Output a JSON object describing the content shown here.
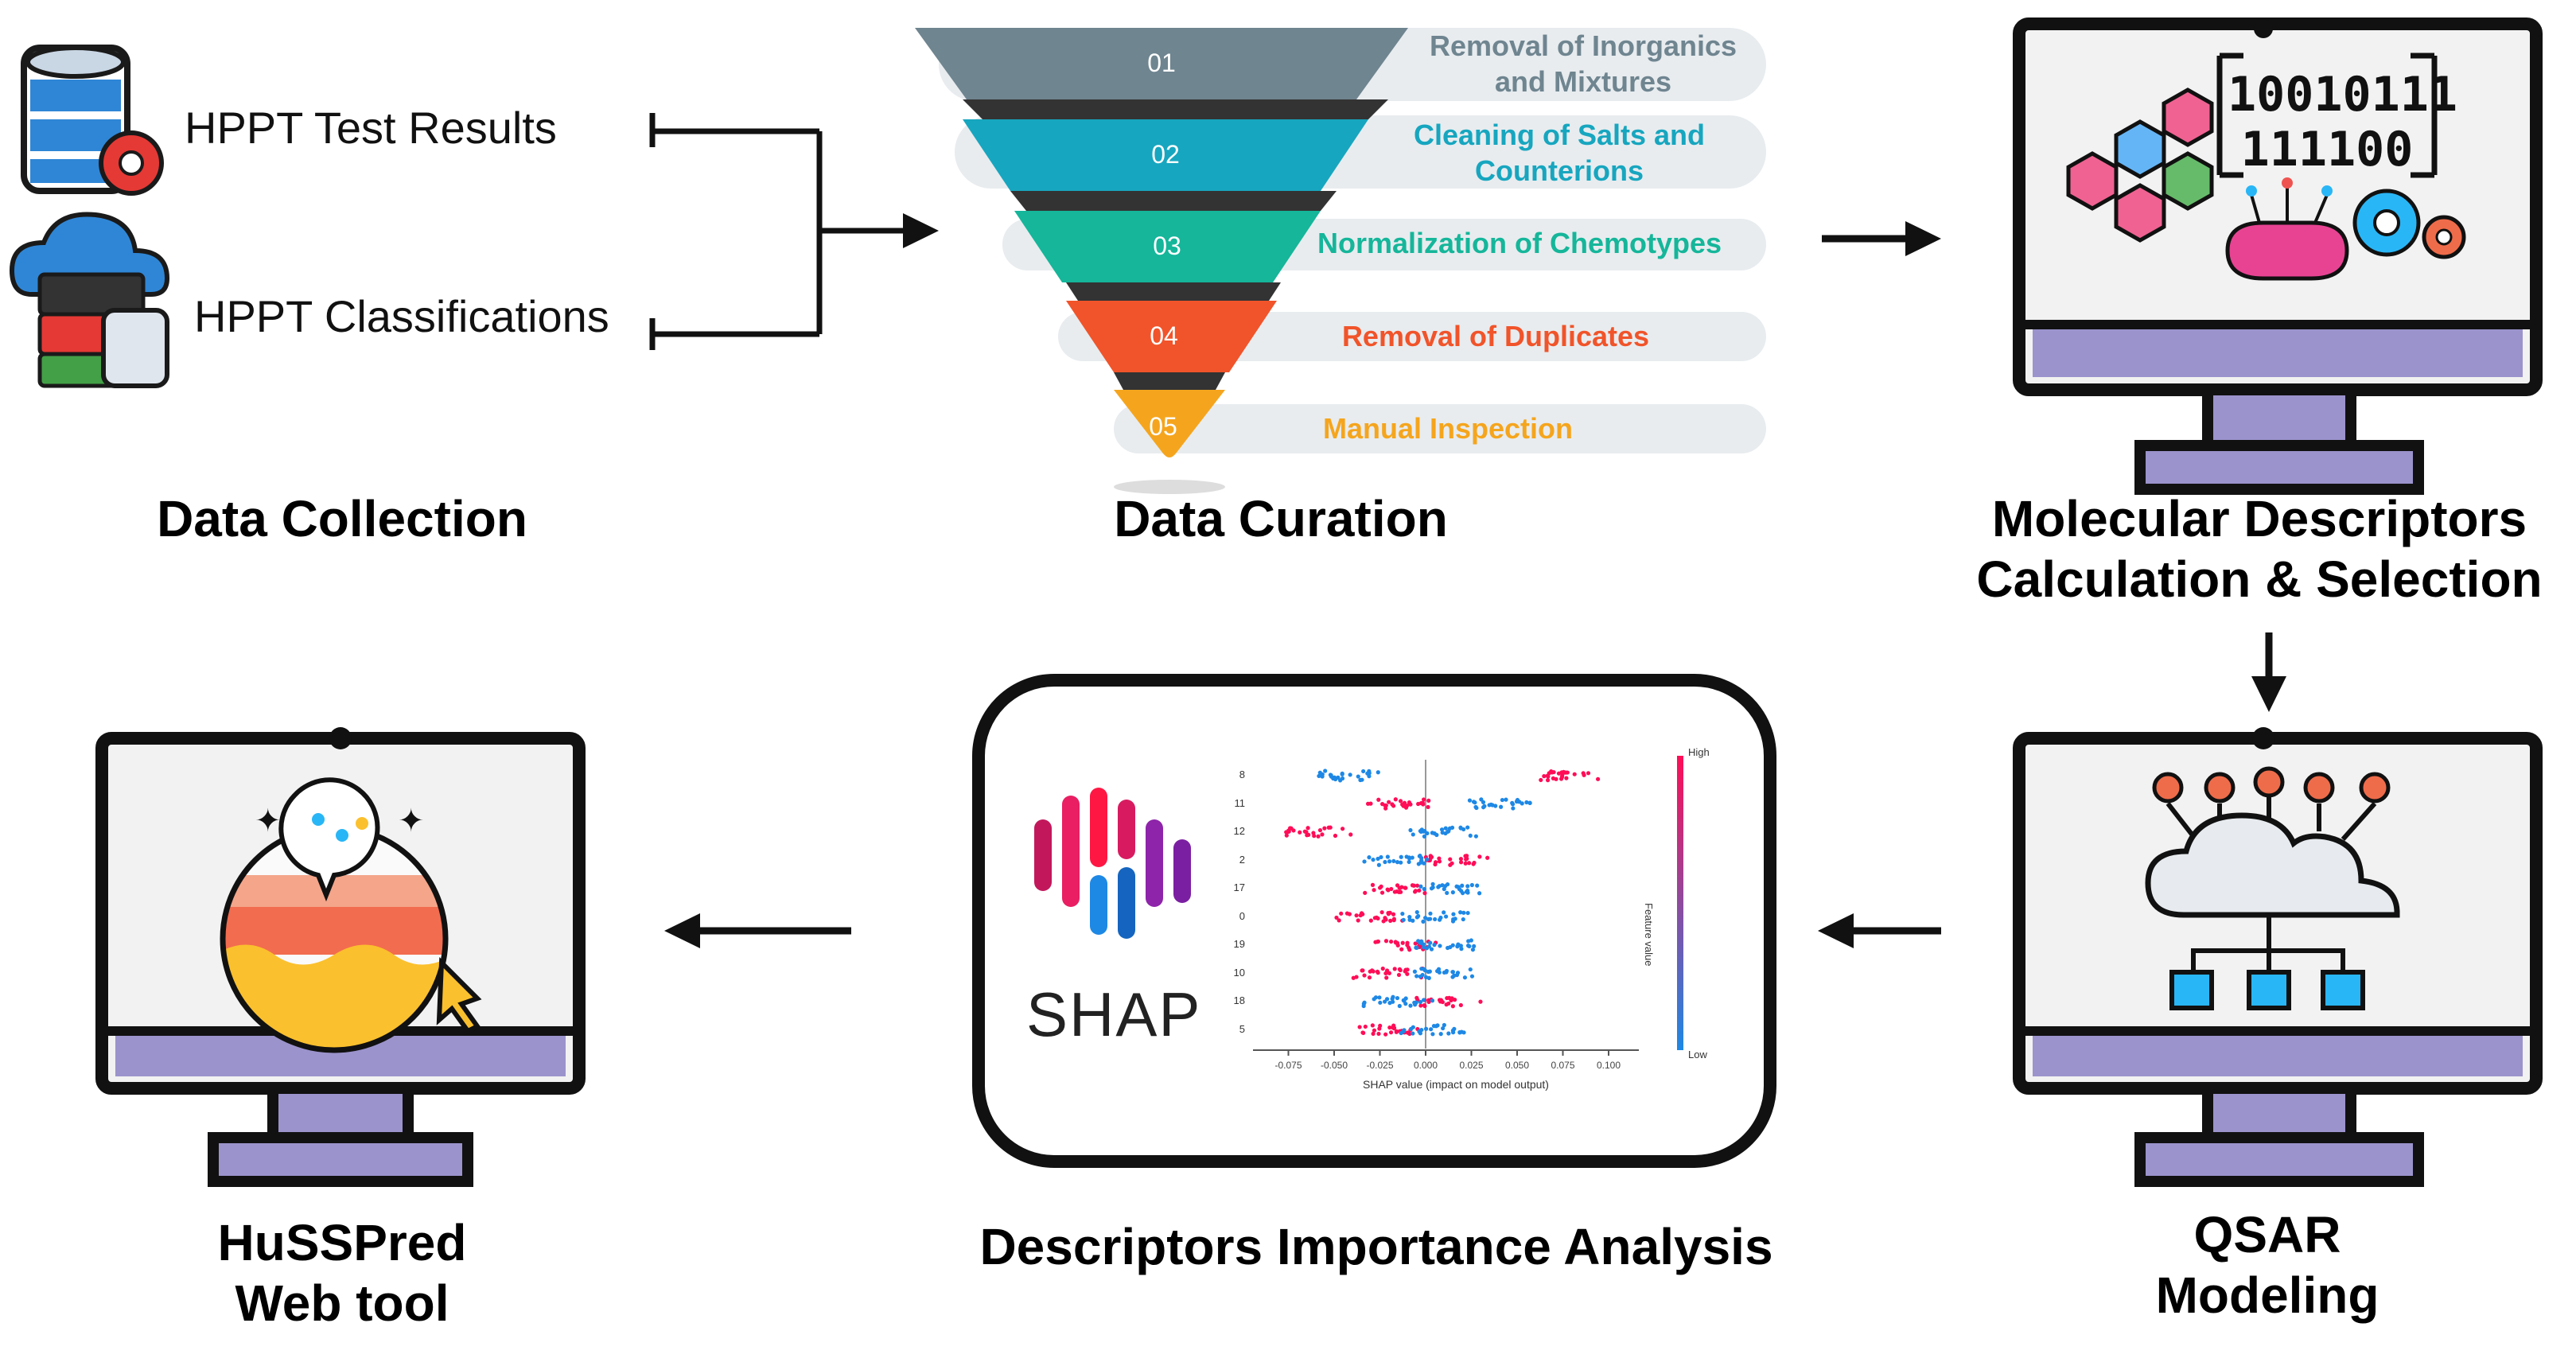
{
  "colors": {
    "step1": "#6f8590",
    "step2": "#17a6bf",
    "step3": "#15b69a",
    "step4": "#f1542a",
    "step5": "#f5a51d",
    "monitor_purple": "#9b93cc",
    "shap_pink": "#ff0d57",
    "shap_blue": "#1e88e5"
  },
  "data_collection": {
    "label": "Data Collection",
    "sources": [
      {
        "label": "HPPT Test Results",
        "icon": "database-gear-icon"
      },
      {
        "label": "HPPT Classifications",
        "icon": "cloud-server-icon"
      }
    ]
  },
  "data_curation": {
    "label": "Data Curation",
    "steps": [
      {
        "num": "01",
        "line1": "Removal of Inorganics",
        "line2": "and Mixtures"
      },
      {
        "num": "02",
        "line1": "Cleaning of Salts and",
        "line2": "Counterions"
      },
      {
        "num": "03",
        "line1": "Normalization of Chemotypes",
        "line2": ""
      },
      {
        "num": "04",
        "line1": "Removal of Duplicates",
        "line2": ""
      },
      {
        "num": "05",
        "line1": "Manual Inspection",
        "line2": ""
      }
    ]
  },
  "descriptors": {
    "line1": "Molecular Descriptors",
    "line2": "Calculation & Selection",
    "binary1": "10010111",
    "binary2": "111100"
  },
  "qsar": {
    "line1": "QSAR",
    "line2": "Modeling"
  },
  "importance": {
    "label": "Descriptors Importance Analysis",
    "shap_word": "SHAP",
    "features": [
      "8",
      "11",
      "12",
      "2",
      "17",
      "0",
      "19",
      "10",
      "18",
      "5"
    ],
    "xticks": [
      "-0.075",
      "-0.050",
      "-0.025",
      "0.000",
      "0.025",
      "0.050",
      "0.075",
      "0.100"
    ],
    "xlabel": "SHAP value (impact on model output)",
    "color_high": "High",
    "color_low": "Low",
    "color_label": "Feature value"
  },
  "webtool": {
    "line1": "HuSSPred",
    "line2": "Web tool"
  },
  "chart_data": {
    "type": "scatter",
    "title": "",
    "xlabel": "SHAP value (impact on model output)",
    "ylabel": "",
    "xlim": [
      -0.09,
      0.11
    ],
    "categories": [
      "8",
      "11",
      "12",
      "2",
      "17",
      "0",
      "19",
      "10",
      "18",
      "5"
    ],
    "series": [
      {
        "name": "High",
        "centers": [
          0.075,
          -0.015,
          -0.06,
          0.015,
          -0.015,
          -0.03,
          -0.01,
          -0.02,
          0.01,
          -0.02
        ]
      },
      {
        "name": "Low",
        "centers": [
          -0.04,
          0.04,
          0.01,
          -0.015,
          0.015,
          0.005,
          0.01,
          0.01,
          -0.015,
          0.004
        ]
      }
    ],
    "grid": false,
    "legend": "right"
  }
}
